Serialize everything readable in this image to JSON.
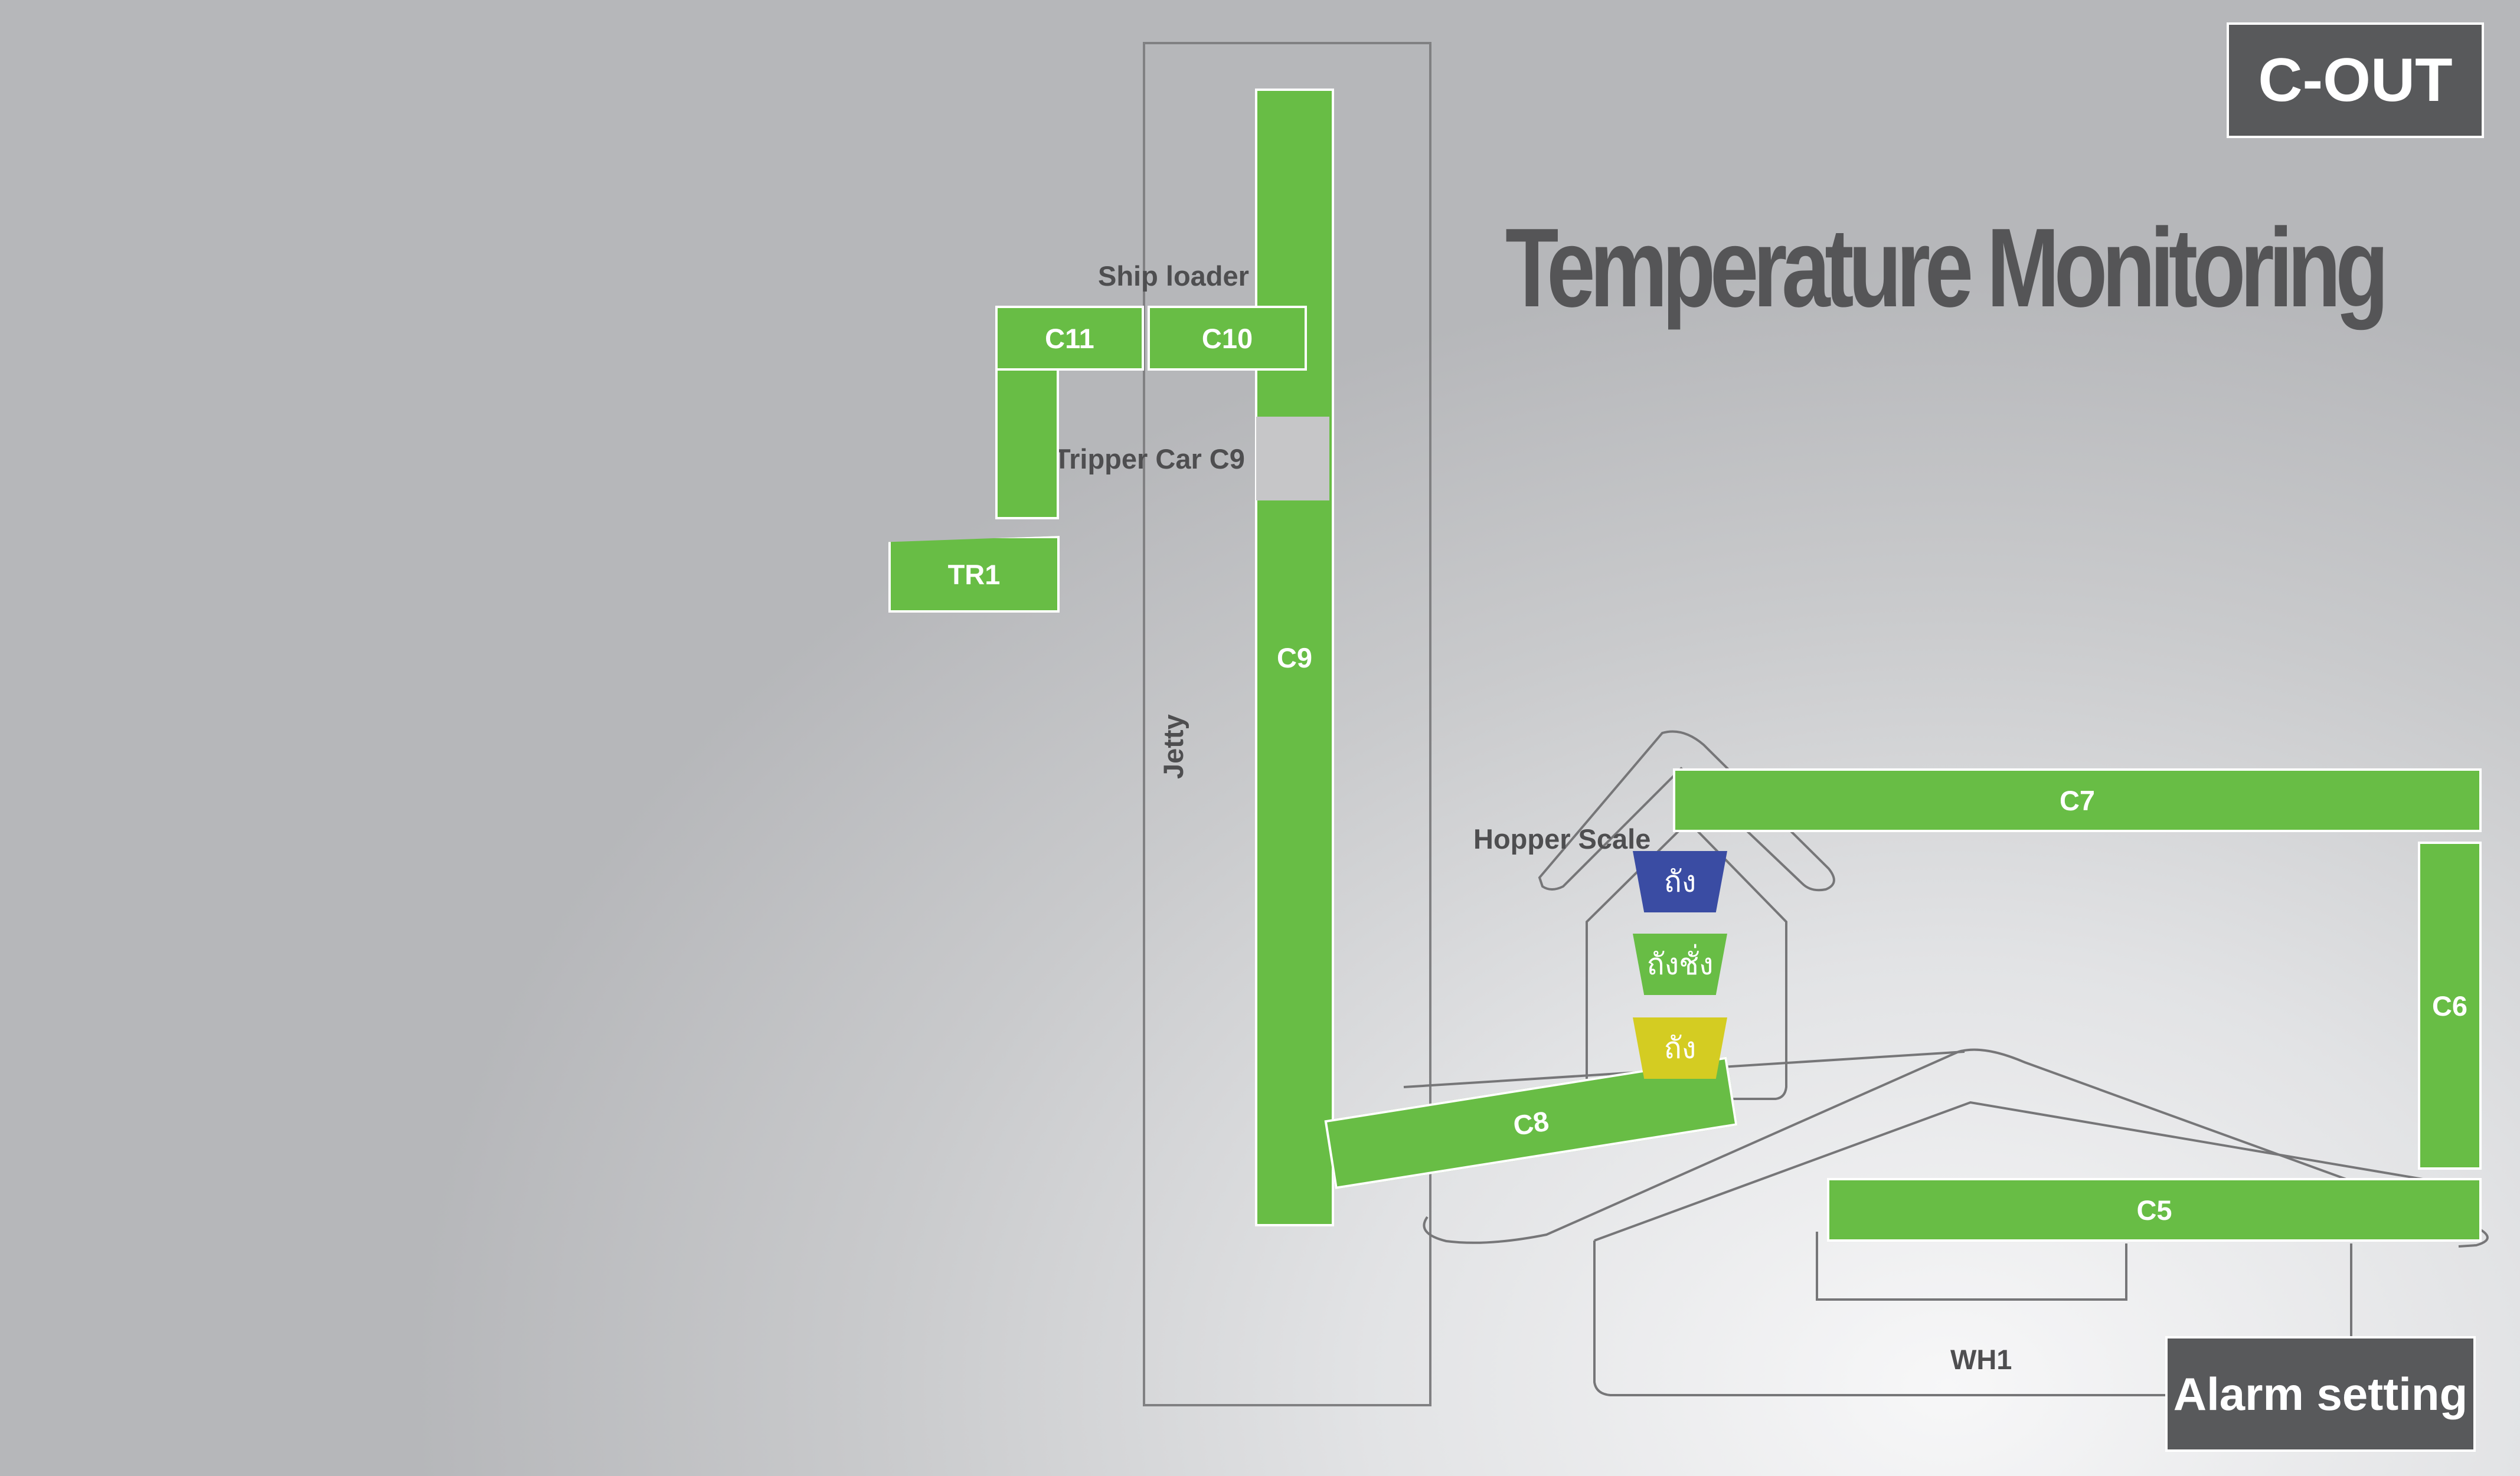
{
  "header": {
    "title": "Temperature Monitoring",
    "mode_button": "C-OUT",
    "alarm_button": "Alarm setting"
  },
  "labels": {
    "ship_loader": "Ship loader C",
    "tripper_car": "Tripper Car C9",
    "jetty": "Jetty",
    "hopper_scale": "Hopper Scale",
    "warehouse": "WH1"
  },
  "conveyors": {
    "c11": "C11",
    "c10": "C10",
    "tr1": "TR1",
    "c9": "C9",
    "c8": "C8",
    "c7": "C7",
    "c6": "C6",
    "c5": "C5"
  },
  "hopper": {
    "tank_top": "ถัง",
    "tank_scale": "ถังชั่ง",
    "tank_bottom": "ถัง"
  },
  "colors": {
    "conveyor_normal": "#68bd45",
    "tank_top": "#3a4ca3",
    "tank_bottom": "#d4cc22",
    "tripper": "#c6c6c8",
    "button": "#58595b"
  }
}
